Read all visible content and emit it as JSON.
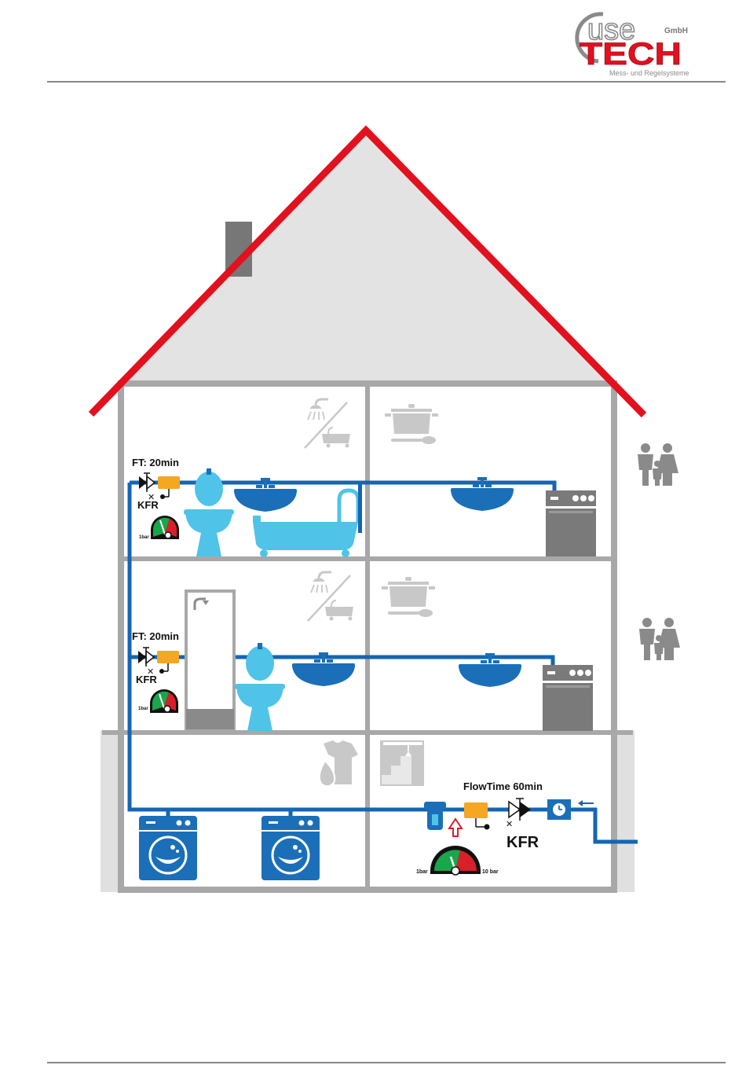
{
  "logo": {
    "use": "use",
    "gmbh": "GmbH",
    "tech": "TECH",
    "subtitle": "Mess- und Regelsysteme",
    "color_red": "#e3101e",
    "color_grey": "#8a8a8a"
  },
  "colors": {
    "pipe": "#1565b3",
    "roof": "#e3101e",
    "wall": "#a8a8a8",
    "fixture_dark": "#1a6fb8",
    "fixture_light": "#4fc3e8",
    "appliance_grey": "#7a7a7a",
    "icon_grey": "#c8c8c8",
    "sensor_orange": "#f5a623",
    "gauge_green": "#1aa64a",
    "gauge_red": "#d8202a"
  },
  "floors": {
    "upper": {
      "flowtime_label": "FT: 20min",
      "valve_label": "KFR",
      "gauge_label": "1bar"
    },
    "middle": {
      "flowtime_label": "FT: 20min",
      "valve_label": "KFR",
      "gauge_label": "1bar"
    },
    "basement": {
      "flowtime_label": "FlowTime 60min",
      "valve_label": "KFR",
      "gauge_min_label": "1bar",
      "gauge_max_label": "10 bar"
    }
  },
  "icons": [
    "shower-bath-icon",
    "cooking-pot-icon",
    "family-icon",
    "toilet-icon",
    "washbasin-icon",
    "bathtub-icon",
    "shower-cabin-icon",
    "washing-machine-icon",
    "laundry-icon",
    "stairs-icon",
    "pressure-gauge-icon",
    "water-filter-icon",
    "flow-sensor-icon",
    "check-valve-icon",
    "water-meter-icon"
  ]
}
